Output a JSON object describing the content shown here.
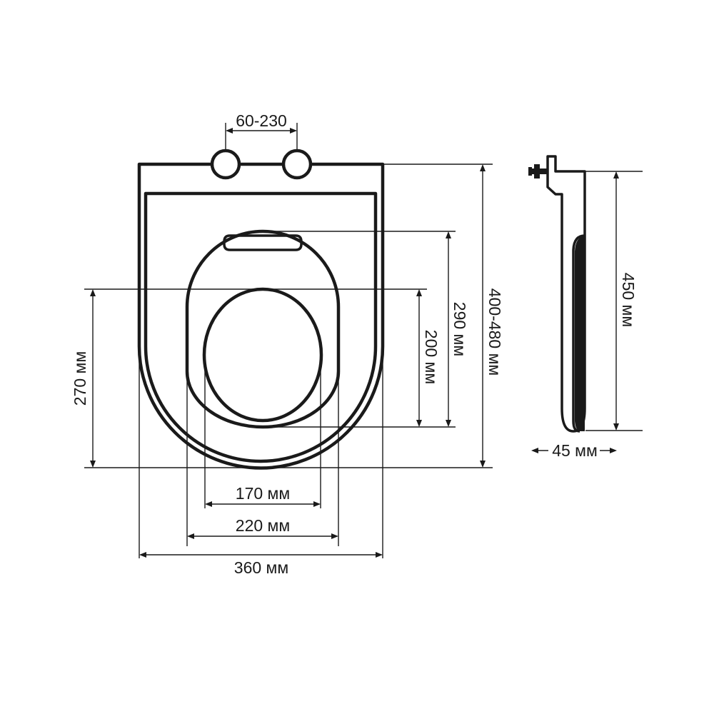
{
  "colors": {
    "stroke": "#1a1a1a",
    "background": "#ffffff"
  },
  "dimensions": {
    "hinge_spacing": "60-230",
    "inner_opening_width": "170 мм",
    "ring_width": "220 мм",
    "overall_width": "360 мм",
    "opening_length": "270 мм",
    "inner_opening_length": "200 мм",
    "lid_length": "290 мм",
    "mount_distance": "400-480 мм",
    "side_length": "450 мм",
    "thickness": "45 мм"
  }
}
